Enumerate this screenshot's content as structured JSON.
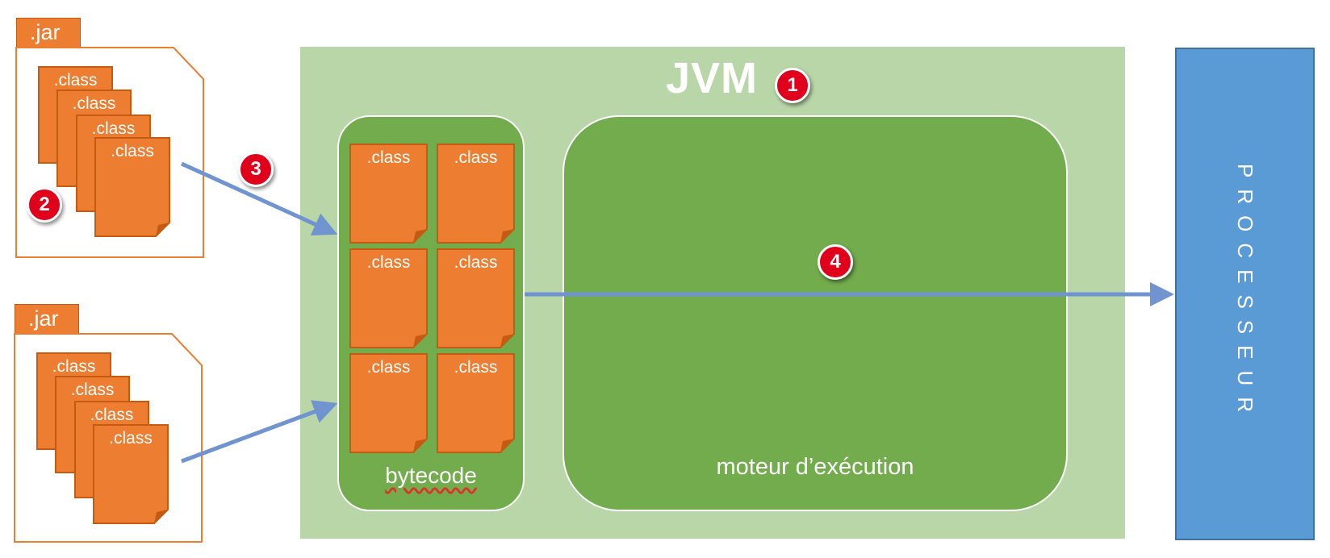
{
  "jvm": {
    "title": "JVM"
  },
  "jars": [
    {
      "label": ".jar",
      "classes": [
        ".class",
        ".class",
        ".class",
        ".class"
      ]
    },
    {
      "label": ".jar",
      "classes": [
        ".class",
        ".class",
        ".class",
        ".class"
      ]
    }
  ],
  "bytecode": {
    "label": "bytecode",
    "classes": [
      ".class",
      ".class",
      ".class",
      ".class",
      ".class",
      ".class"
    ]
  },
  "engine": {
    "label": "moteur d’exécution"
  },
  "processor": {
    "label": "PROCESSEUR"
  },
  "badges": [
    "1",
    "2",
    "3",
    "4"
  ],
  "colors": {
    "jar_orange": "#ed7d31",
    "jvm_light_green": "#b8d6a7",
    "jvm_dark_green": "#72ac4d",
    "processor_blue": "#5b9bd5",
    "arrow_blue": "#6f94cf",
    "badge_red": "#e0001b"
  }
}
